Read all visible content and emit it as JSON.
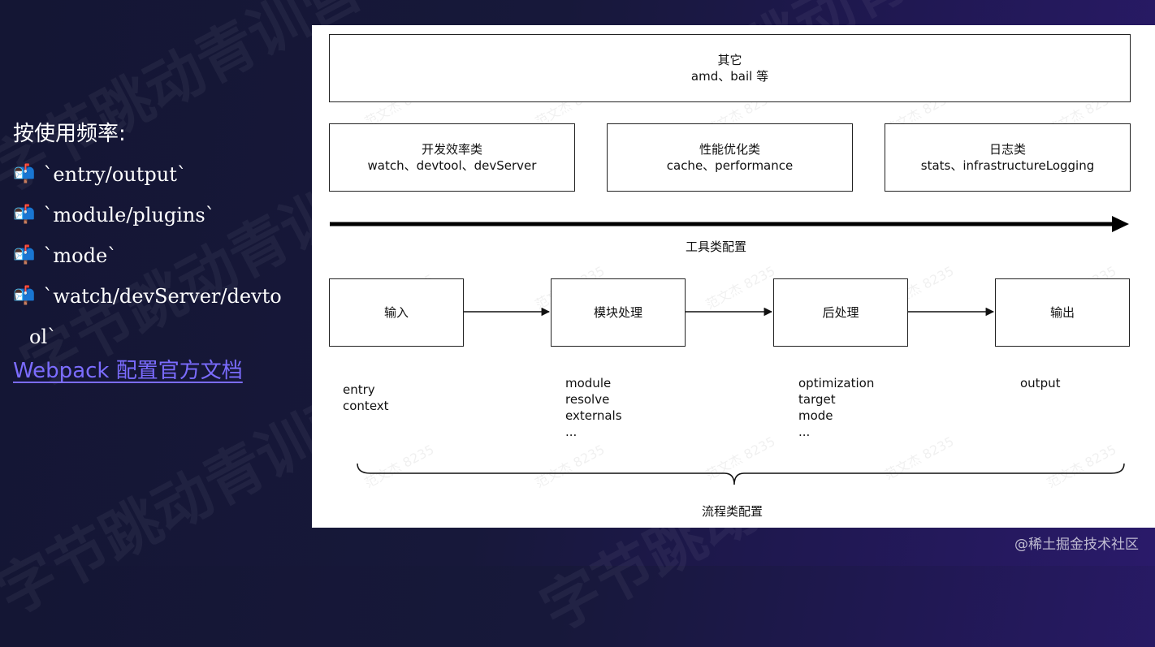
{
  "left": {
    "heading": "按使用频率:",
    "items": [
      {
        "icon": "mailbox-icon",
        "text": "`entry/output`"
      },
      {
        "icon": "mailbox-icon",
        "text": "`module/plugins`"
      },
      {
        "icon": "mailbox-icon",
        "text": "`mode`"
      },
      {
        "icon": "mailbox-icon",
        "text": "`watch/devServer/devto"
      }
    ],
    "wrap": "ol`",
    "link": "Webpack 配置官方文档"
  },
  "diagram": {
    "other_box": {
      "title": "其它",
      "subtitle": "amd、bail 等"
    },
    "tool_boxes": [
      {
        "title": "开发效率类",
        "subtitle": "watch、devtool、devServer"
      },
      {
        "title": "性能优化类",
        "subtitle": "cache、performance"
      },
      {
        "title": "日志类",
        "subtitle": "stats、infrastructureLogging"
      }
    ],
    "tool_label": "工具类配置",
    "flow_boxes": [
      "输入",
      "模块处理",
      "后处理",
      "输出"
    ],
    "flow_desc": [
      [
        "entry",
        "context"
      ],
      [
        "module",
        "resolve",
        "externals",
        "..."
      ],
      [
        "optimization",
        "target",
        "mode",
        "..."
      ],
      [
        "output"
      ]
    ],
    "flow_label": "流程类配置",
    "watermark": "范文杰 8235"
  },
  "footer": "@稀土掘金技术社区",
  "bg_watermark": "字节跳动青训营"
}
